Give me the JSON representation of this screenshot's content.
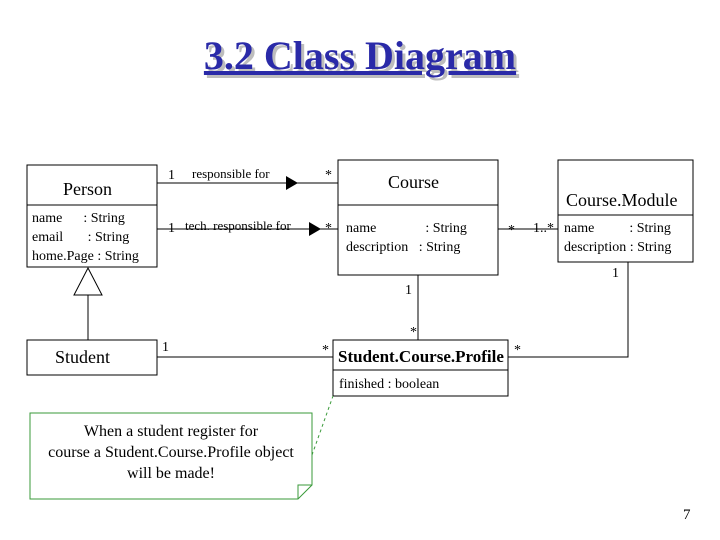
{
  "slide": {
    "title": "3.2 Class Diagram",
    "page_number": "7"
  },
  "classes": {
    "person": {
      "name": "Person",
      "attributes": [
        "name      : String",
        "email       : String",
        "home.Page : String"
      ]
    },
    "course": {
      "name": "Course",
      "attributes": [
        "name              : String",
        "description   : String"
      ]
    },
    "course_module": {
      "name": "Course.Module",
      "attributes": [
        "name          : String",
        "description : String"
      ]
    },
    "student": {
      "name": "Student"
    },
    "student_course_profile": {
      "name": "Student.Course.Profile",
      "attributes": [
        "finished : boolean"
      ]
    }
  },
  "associations": {
    "responsible_for": "responsible for",
    "tech_responsible_for": "tech. responsible for"
  },
  "multiplicities": {
    "resp_person": "1",
    "resp_course": "*",
    "tech_person": "1",
    "tech_course": "*",
    "course_side_module": "*",
    "module_side_course": "1..*",
    "course_bottom": "1",
    "scp_top": "*",
    "module_bottom": "1",
    "scp_right": "*",
    "student_right": "1",
    "scp_left": "*"
  },
  "note": {
    "lines": [
      "When a student register for",
      "course a Student.Course.Profile object",
      "will be made!"
    ]
  },
  "colors": {
    "title": "#2a2aa8",
    "note_border": "#3a9a3a",
    "lines": "#000000"
  }
}
